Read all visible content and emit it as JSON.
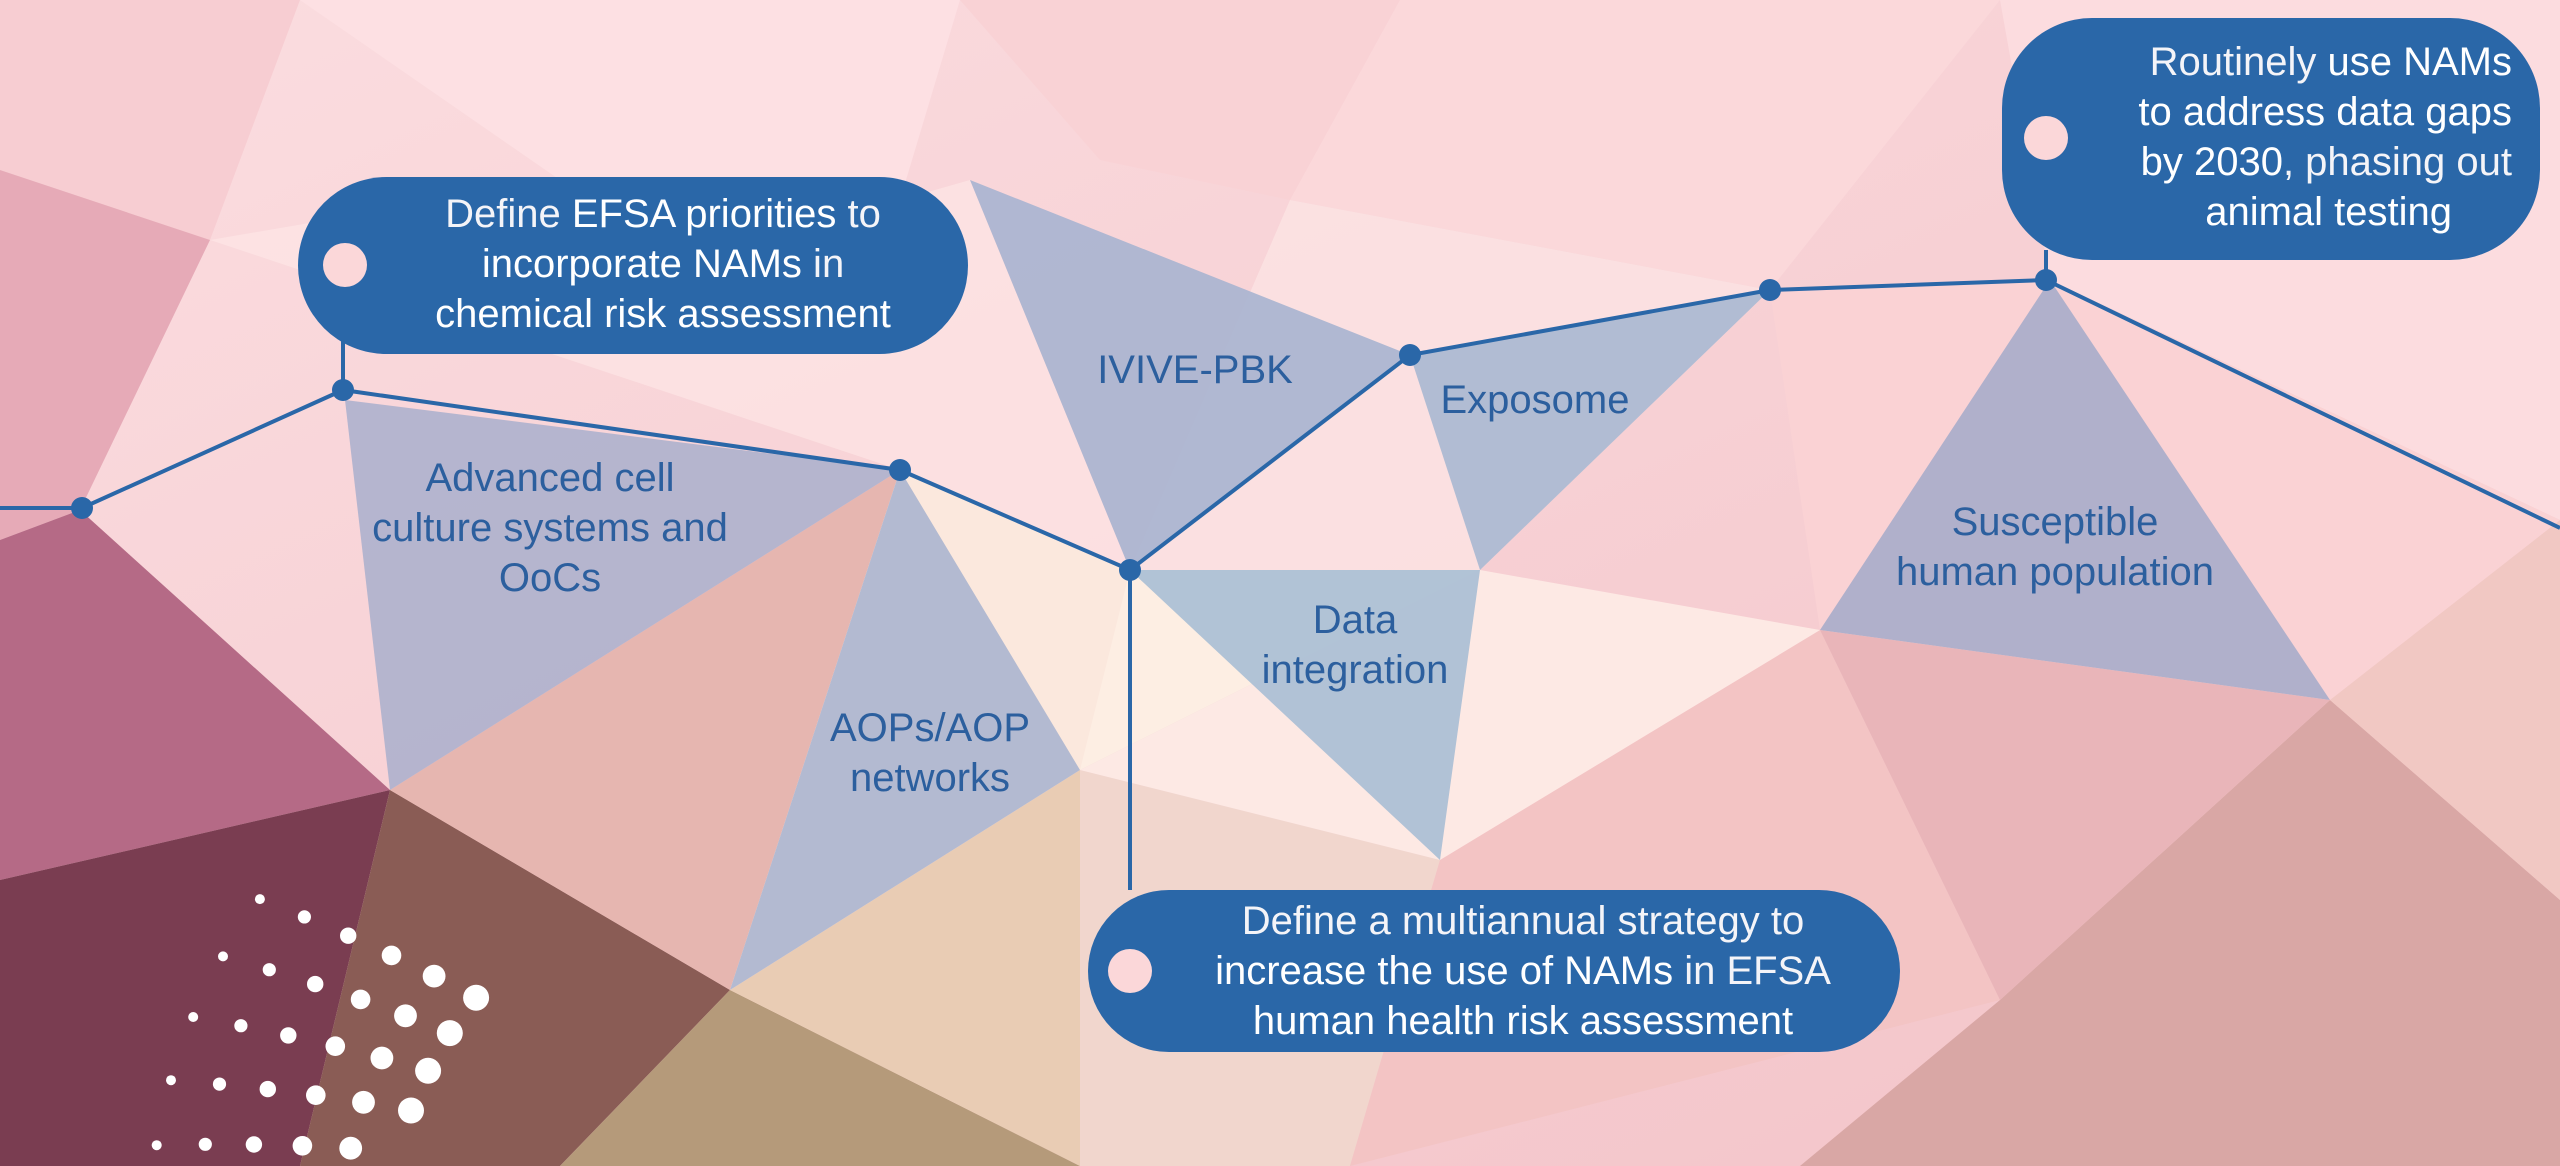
{
  "goals": {
    "top_left": {
      "prefix": "Define ",
      "bold1": "EFSA priorities",
      "mid1": " to",
      "bold2": "incorporate NAMs",
      "mid2": " in",
      "bold3": "chemical risk assessment"
    },
    "bottom": {
      "line1": "Define a multiannual strategy to",
      "bold1": "increase the use of NAMs",
      "mid": " in EFSA",
      "bold2": "human health risk assessment"
    },
    "top_right": {
      "prefix": "Routinely ",
      "bold1": "use NAMs",
      "bold2": "to address data gaps",
      "bold3": "by 2030",
      "mid": ", phasing out",
      "bold4": "animal testing"
    }
  },
  "topics": {
    "advanced_cell": [
      "Advanced cell",
      "culture systems and",
      "OoCs"
    ],
    "aops": [
      "AOPs/AOP",
      "networks"
    ],
    "ivive": [
      "IVIVE-PBK"
    ],
    "exposome": [
      "Exposome"
    ],
    "data_integration": [
      "Data",
      "integration"
    ],
    "susceptible": [
      "Susceptible",
      "human population"
    ]
  },
  "colors": {
    "pill": "#2a67a8",
    "line": "#2a67a8",
    "topic_text": "#2c5f9e",
    "topic_fill": "#a9b8d2"
  }
}
